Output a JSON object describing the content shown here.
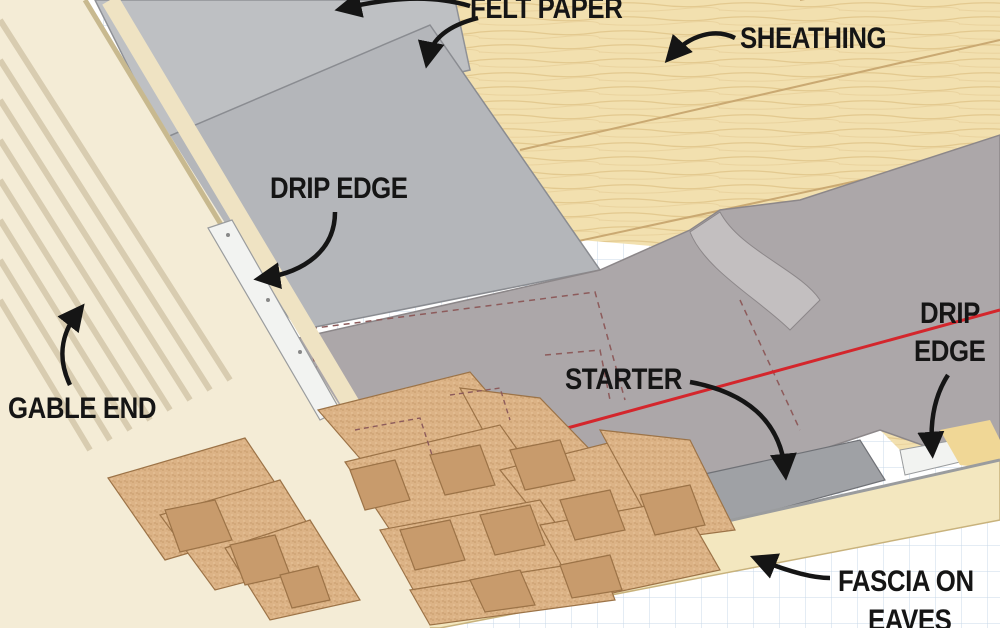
{
  "labels": {
    "felt_paper": "FELT PAPER",
    "sheathing": "SHEATHING",
    "drip_edge_left": "DRIP EDGE",
    "drip_edge_right_line1": "DRIP",
    "drip_edge_right_line2": "EDGE",
    "gable_end": "GABLE END",
    "starter": "STARTER",
    "fascia_line1": "FASCIA ON",
    "fascia_line2": "EAVES"
  },
  "colors": {
    "background_grid": "#dfe9f2",
    "wood_sheathing": "#f1dfae",
    "felt_paper": "#b6b8bc",
    "underlayment": "#aba6a8",
    "shingle_light": "#e0b98c",
    "shingle_dark": "#c79b6c",
    "siding": "#f4ecd6",
    "drip_edge_metal": "#f2f3f1",
    "chalk_line": "#d4262c",
    "label_text": "#151515"
  }
}
